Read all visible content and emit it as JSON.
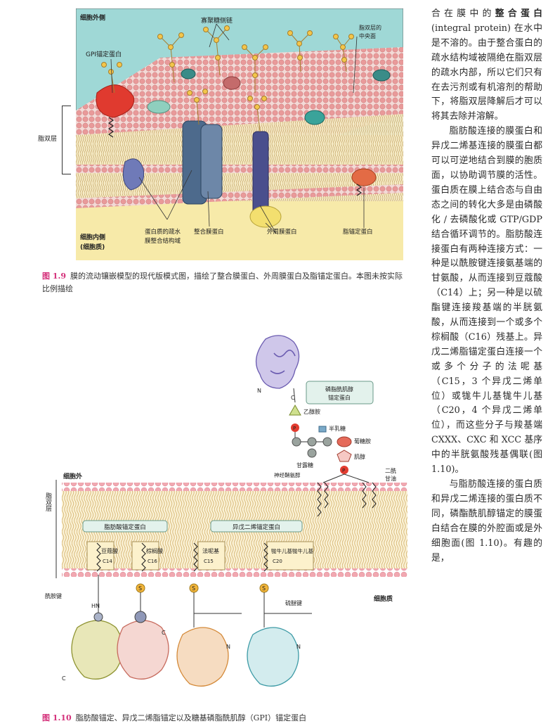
{
  "figure_1_9": {
    "labels": {
      "outside": "细胞外侧",
      "oligosaccharide": "寡聚糖侧链",
      "gpi": "GPI锚定蛋白",
      "center": "脂双层的",
      "center2": "中央面",
      "bilayer": "脂双层",
      "inside": "细胞内侧",
      "cytosol": "(细胞质)",
      "hydrophobic1": "蛋白质的疏水",
      "hydrophobic2": "膜整合结构域",
      "integral": "整合膜蛋白",
      "peripheral": "外周膜蛋白",
      "lipid_anchored": "脂锚定蛋白"
    },
    "caption_num": "图 1.9",
    "caption": "膜的流动镶嵌模型的现代版模式图，描绘了整合膜蛋白、外周膜蛋白及脂锚定蛋白。本图未按实际比例描绘"
  },
  "figure_1_10": {
    "labels": {
      "gpi_box1": "磷脂酰肌醇",
      "gpi_box2": "锚定蛋白",
      "ethanolamine": "乙醇胺",
      "galactose": "半乳糖",
      "glucosamine": "葡糖胺",
      "inositol": "肌醇",
      "mannose": "甘露糖",
      "sphingosine": "神经鞘氨醇",
      "glycerol1": "二酰",
      "glycerol2": "甘油",
      "outside": "细胞外",
      "bilayer": "脂双层",
      "cytosol": "细胞质",
      "fatty_box": "脂肪酸锚定蛋白",
      "prenyl_box": "异戊二烯锚定蛋白",
      "myristic": "豆蔻酸",
      "myristic_c": "C14",
      "palmitic": "棕榈酸",
      "palmitic_c": "C16",
      "farnesyl": "法呢基",
      "farnesyl_c": "C15",
      "geranyl": "牻牛儿基牻牛儿基",
      "geranyl_c": "C20",
      "amide": "酰胺键",
      "thioester": "硫醚键",
      "n": "N",
      "c": "C",
      "hn": "HN",
      "s": "S",
      "p": "P"
    },
    "caption_num": "图 1.10",
    "caption": "脂肪酸锚定、异戊二烯脂锚定以及糖基磷脂酰肌醇（GPI）锚定蛋白"
  },
  "text_column": {
    "p1_a": "合在膜中的",
    "p1_term": "整合蛋白",
    "p1_b": "(integral protein) 在水中是不溶的。由于整合蛋白的疏水结构域被隔绝在脂双层的疏水内部，所以它们只有在去污剂或有机溶剂的帮助下，将脂双层降解后才可以将其去除并溶解。",
    "p2": "脂肪酸连接的膜蛋白和异戊二烯基连接的膜蛋白都可以可逆地结合到膜的胞质面，以协助调节膜的活性。蛋白质在膜上结合态与自由态之间的转化大多是由磷酸化 / 去磷酸化或 GTP/GDP 结合循环调节的。脂肪酸连接蛋白有两种连接方式：一种是以酰胺键连接氨基端的甘氨酸，从而连接到豆蔻酸（C14）上；另一种是以硫酯键连接羧基端的半胱氨酸，从而连接到一个或多个棕榈酸（C16）残基上。异戊二烯脂锚定蛋白连接一个或多个分子的法呢基（C15，3 个异戊二烯单位）或牻牛儿基牻牛儿基（C20，4 个异戊二烯单位），而这些分子与羧基端 CXXX、CXC 和 XCC 基序中的半胱氨酸残基偶联(图 1.10)。",
    "p3": "与脂肪酸连接的蛋白质和异戊二烯连接的蛋白质不同，磷酯酰肌醇锚定的膜蛋白结合在膜的外腔面或是外细胞面(图 1.10)。有趣的是，"
  }
}
